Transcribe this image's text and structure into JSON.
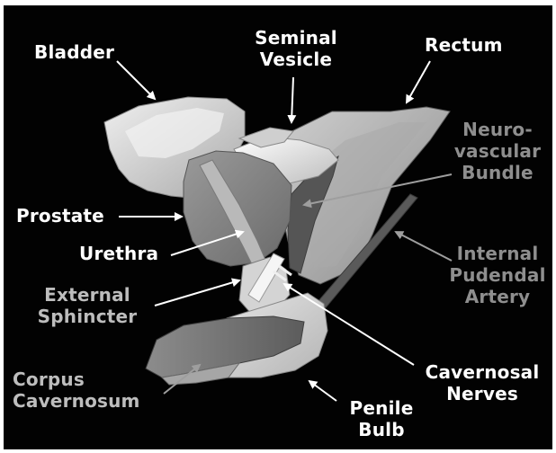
{
  "colors": {
    "background": "#020202",
    "label_bright": "#ffffff",
    "label_light_gray": "#bdbdbd",
    "label_dim_gray": "#8e8e8e",
    "organ_light": "#d9d9d9",
    "organ_mid": "#a8a8a8",
    "organ_dark": "#6f6f6f"
  },
  "labels": {
    "bladder": "Bladder",
    "seminal_vesicle_line1": "Seminal",
    "seminal_vesicle_line2": "Vesicle",
    "rectum": "Rectum",
    "neurovascular_line1": "Neuro-",
    "neurovascular_line2": "vascular",
    "neurovascular_line3": "Bundle",
    "prostate": "Prostate",
    "urethra": "Urethra",
    "internal_pudendal_line1": "Internal",
    "internal_pudendal_line2": "Pudendal",
    "internal_pudendal_line3": "Artery",
    "external_sphincter_line1": "External",
    "external_sphincter_line2": "Sphincter",
    "cavernosal_nerves_line1": "Cavernosal",
    "cavernosal_nerves_line2": "Nerves",
    "corpus_cavernosum_line1": "Corpus",
    "corpus_cavernosum_line2": "Cavernosum",
    "penile_bulb_line1": "Penile",
    "penile_bulb_line2": "Bulb"
  }
}
